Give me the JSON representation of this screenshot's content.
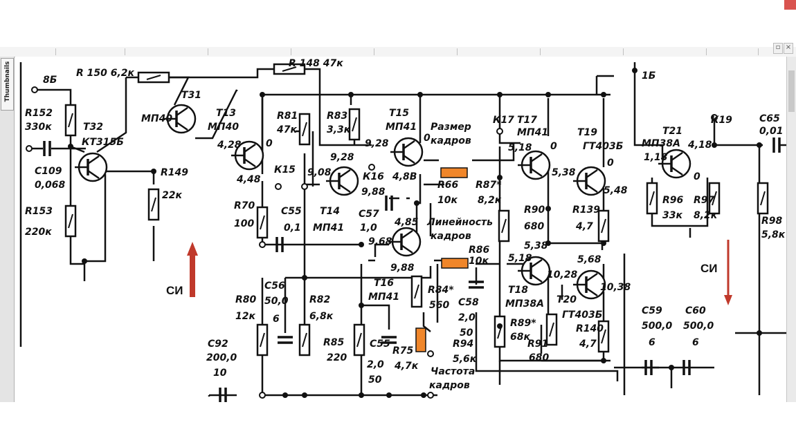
{
  "window": {
    "side_panel_label": "Thumbnails"
  },
  "colors": {
    "wire": "#111111",
    "highlight": "#f0862a",
    "arrow": "#c0392b"
  },
  "labels": {
    "supply_8b": "8Б",
    "r150": "R 150 6,2к",
    "r148": "R 148 47к",
    "t1b": "1Б",
    "r152": "R152",
    "r152_val": "330к",
    "t32": "Т32",
    "t32_type": "КТ315Б",
    "t31": "Т31",
    "t31_type": "МП40",
    "t13": "Т13",
    "t13_type": "МП40",
    "r81": "R81",
    "r81_val": "47к",
    "r83": "R83",
    "r83_val": "3,3к",
    "t15": "Т15",
    "t15_type": "МП41",
    "razmer1": "Размер",
    "razmer2": "кадров",
    "k17": "К17",
    "t17": "Т17",
    "t17_type": "МП41",
    "t19": "Т19",
    "t19_type": "ГТ403Б",
    "t21": "Т21",
    "t21_type": "МП38А",
    "k19": "К19",
    "c65": "С65",
    "c65_val": "0,01",
    "c109": "С109",
    "c109_val": "0,068",
    "r149": "R149",
    "r149_val": "22к",
    "r153": "R153",
    "r153_val": "220к",
    "v428": "4,28",
    "v0_t13": "0",
    "v448": "4,48",
    "k15": "К15",
    "v928": "9,28",
    "v928b": "9,28",
    "v908": "9,08",
    "k16": "К16",
    "v988": "9,88",
    "v48b": "4,8В",
    "v0_t15": "0",
    "r66": "R66",
    "r66_val": "10к",
    "r87": "R87*",
    "r87_val": "8,2к",
    "v518": "5,18",
    "v0_t17": "0",
    "v538": "5,38",
    "v0_t19": "0",
    "v548": "5,48",
    "v418": "4,18",
    "v0_t21": "0",
    "v118": "1,18",
    "r70": "R70",
    "r70_val": "100",
    "c55": "С55",
    "c55_val": "0,1",
    "t14": "Т14",
    "t14_type": "МП41",
    "c57": "С57",
    "c57_val": "1,0",
    "v485": "4,85",
    "v968": "9,68",
    "lin1": "Линейность",
    "lin2": "кадров",
    "r90": "R90",
    "r90_val": "680",
    "r139": "R139",
    "r139_val": "4,7",
    "r96": "R96",
    "r96_val": "33к",
    "r97": "R97",
    "r97_val": "8,2к",
    "r98": "R98",
    "r98_val": "5,8к",
    "si_left": "СИ",
    "si_right": "СИ",
    "v538b": "5,38",
    "v518b": "5,18",
    "v1028": "10,28",
    "v568": "5,68",
    "v1038": "10,38",
    "r80": "R80",
    "r80_val": "12к",
    "c56": "С56",
    "c56_val": "50,0",
    "c56_v": "6",
    "r82": "R82",
    "r82_val": "6,8к",
    "t16": "Т16",
    "t16_type": "МП41",
    "v988b": "9,88",
    "r84": "R84*",
    "r84_val": "560",
    "c58": "С58",
    "c58_val": "2,0",
    "c58_v": "50",
    "r86": "R86",
    "r86_val": "10к",
    "t18": "Т18",
    "t18_type": "МП38А",
    "t20": "Т20",
    "t20_type": "ГТ403Б",
    "r89": "R89*",
    "r89_val": "68к",
    "r140": "R140",
    "r140_val": "4,7",
    "c59": "С59",
    "c59_val": "500,0",
    "c59_v": "6",
    "c60": "С60",
    "c60_val": "500,0",
    "c60_v": "6",
    "c92": "С92",
    "c92_val": "200,0",
    "c92_v": "10",
    "r85": "R85",
    "r85_val": "220",
    "c55b": "С55",
    "c55b_val": "2,0",
    "c55b_v": "50",
    "r75": "R75",
    "r75_val": "4,7к",
    "r94": "R94",
    "r94_val": "5,6к",
    "r91": "R91",
    "r91_val": "680",
    "chast1": "Частота",
    "chast2": "кадров"
  }
}
